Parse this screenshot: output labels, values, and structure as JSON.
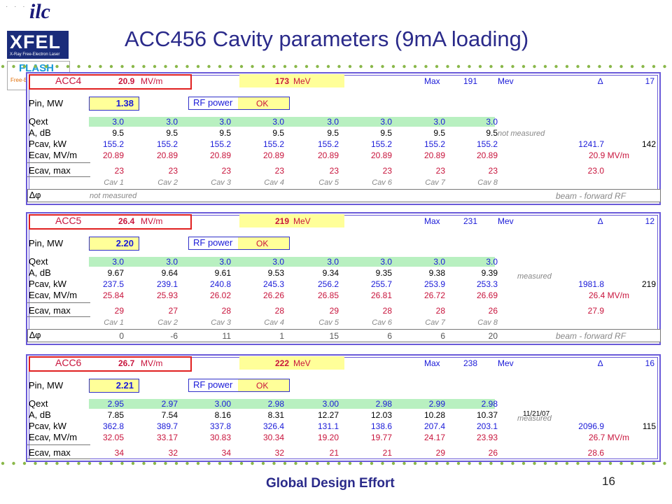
{
  "title": "ACC456 Cavity parameters (9mA loading)",
  "footer": "Global Design Effort",
  "page_number": "16",
  "logos": {
    "ilc": "ilc",
    "xfel": "XFEL",
    "xfel_sub": "X-Ray Free-Electron Laser",
    "flash": "FLASH",
    "flash_sub": "Free-Electron Laser in Hamburg"
  },
  "labels": {
    "mvm": "MV/m",
    "mev": "MeV",
    "max": "Max",
    "mev_caps": "Mev",
    "delta": "∆",
    "pin": "Pin, MW",
    "rf_power": "RF power",
    "ok": "OK",
    "qext": "Qext",
    "adb": "A, dB",
    "pcav": "Pcav, kW",
    "ecav": "Ecav, MV/m",
    "ecav_max": "Ecav, max",
    "dphi": "∆φ",
    "beam_forward": "beam - forward RF",
    "cavs": [
      "Cav 1",
      "Cav 2",
      "Cav 3",
      "Cav 4",
      "Cav 5",
      "Cav 6",
      "Cav 7",
      "Cav 8"
    ]
  },
  "blocks": [
    {
      "name": "ACC4",
      "gradient": "20.9",
      "energy": "173",
      "max": "191",
      "delta": "17",
      "pin": "1.38",
      "qext": [
        "3.0",
        "3.0",
        "3.0",
        "3.0",
        "3.0",
        "3.0",
        "3.0",
        "3.0"
      ],
      "adb": [
        "9.5",
        "9.5",
        "9.5",
        "9.5",
        "9.5",
        "9.5",
        "9.5",
        "9.5"
      ],
      "adb_note": "not measured",
      "pcav": [
        "155.2",
        "155.2",
        "155.2",
        "155.2",
        "155.2",
        "155.2",
        "155.2",
        "155.2"
      ],
      "pcav_total": "1241.7",
      "pcav_side": "142",
      "ecav": [
        "20.89",
        "20.89",
        "20.89",
        "20.89",
        "20.89",
        "20.89",
        "20.89",
        "20.89"
      ],
      "ecav_total": "20.9 MV/m",
      "ecav_max": [
        "23",
        "23",
        "23",
        "23",
        "23",
        "23",
        "23",
        "23"
      ],
      "ecav_max_total": "23.0",
      "dphi": [],
      "dphi_note": "not measured"
    },
    {
      "name": "ACC5",
      "gradient": "26.4",
      "energy": "219",
      "max": "231",
      "delta": "12",
      "pin": "2.20",
      "qext": [
        "3.0",
        "3.0",
        "3.0",
        "3.0",
        "3.0",
        "3.0",
        "3.0",
        "3.0"
      ],
      "adb": [
        "9.67",
        "9.64",
        "9.61",
        "9.53",
        "9.34",
        "9.35",
        "9.38",
        "9.39"
      ],
      "adb_note": "measured",
      "pcav": [
        "237.5",
        "239.1",
        "240.8",
        "245.3",
        "256.2",
        "255.7",
        "253.9",
        "253.3"
      ],
      "pcav_total": "1981.8",
      "pcav_side": "219",
      "ecav": [
        "25.84",
        "25.93",
        "26.02",
        "26.26",
        "26.85",
        "26.81",
        "26.72",
        "26.69"
      ],
      "ecav_total": "26.4 MV/m",
      "ecav_max": [
        "29",
        "27",
        "28",
        "28",
        "29",
        "28",
        "28",
        "26"
      ],
      "ecav_max_total": "27.9",
      "dphi": [
        "0",
        "-6",
        "11",
        "1",
        "15",
        "6",
        "6",
        "20"
      ],
      "dphi_note": ""
    },
    {
      "name": "ACC6",
      "gradient": "26.7",
      "energy": "222",
      "max": "238",
      "delta": "16",
      "pin": "2.21",
      "qext": [
        "2.95",
        "2.97",
        "3.00",
        "2.98",
        "3.00",
        "2.98",
        "2.99",
        "2.98"
      ],
      "qext_note": "11/21/07",
      "adb": [
        "7.85",
        "7.54",
        "8.16",
        "8.31",
        "12.27",
        "12.03",
        "10.28",
        "10.37"
      ],
      "adb_note": "measured",
      "pcav": [
        "362.8",
        "389.7",
        "337.8",
        "326.4",
        "131.1",
        "138.6",
        "207.4",
        "203.1"
      ],
      "pcav_total": "2096.9",
      "pcav_side": "115",
      "ecav": [
        "32.05",
        "33.17",
        "30.83",
        "30.34",
        "19.20",
        "19.77",
        "24.17",
        "23.93"
      ],
      "ecav_total": "26.7 MV/m",
      "ecav_max": [
        "34",
        "32",
        "34",
        "32",
        "21",
        "21",
        "29",
        "26"
      ],
      "ecav_max_total": "28.6"
    }
  ]
}
